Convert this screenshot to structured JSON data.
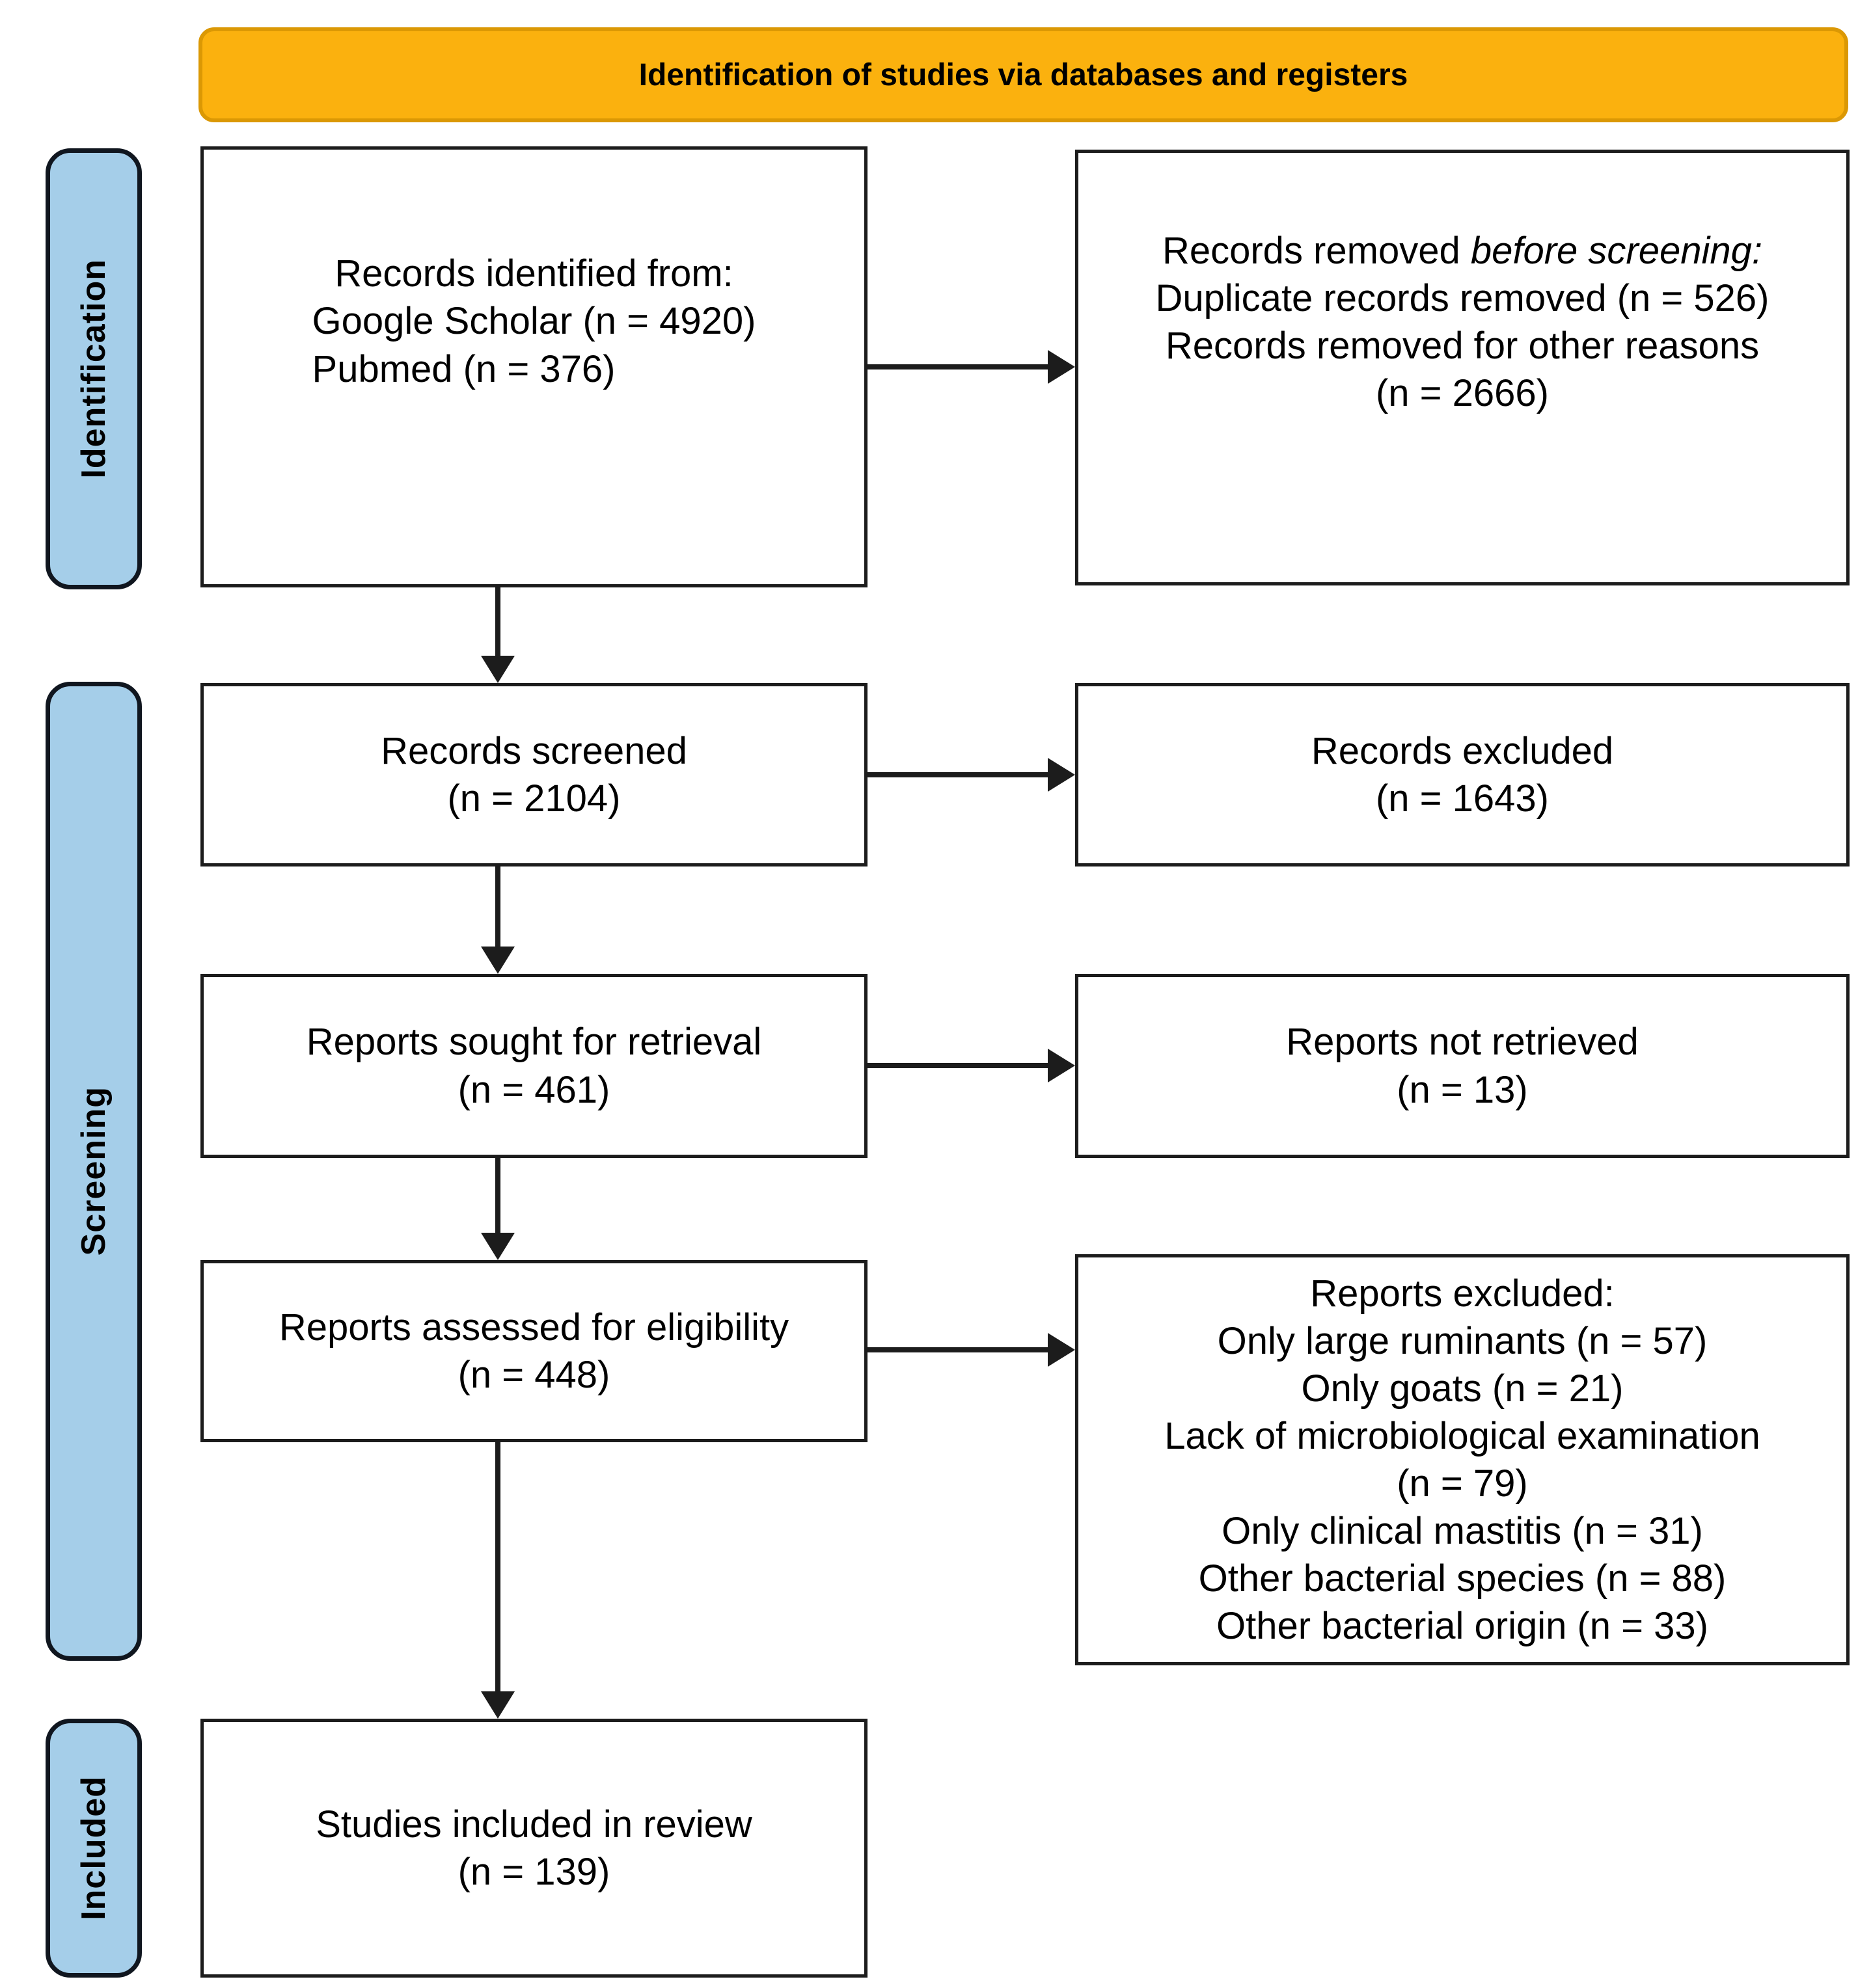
{
  "colors": {
    "banner_bg": "#FBB10E",
    "banner_border": "#DB9804",
    "stage_bg": "#A5CEE9",
    "stage_border": "#10161F",
    "box_border": "#1C1C1C",
    "arrow": "#1C1C1C",
    "page_bg": "#FFFFFF"
  },
  "banner": {
    "title": "Identification of studies via databases and registers"
  },
  "stages": [
    {
      "id": "identification",
      "label": "Identification"
    },
    {
      "id": "screening",
      "label": "Screening"
    },
    {
      "id": "included",
      "label": "Included"
    }
  ],
  "boxes": {
    "identified": {
      "heading": "Records identified from:",
      "items": [
        "Google Scholar (n = 4920)",
        "Pubmed (n = 376)"
      ]
    },
    "removed_before_screening": {
      "intro_normal": "Records removed ",
      "intro_italic": "before screening:",
      "lines": [
        "Duplicate records removed  (n = 526)",
        "Records removed for other reasons",
        "(n = 2666)"
      ]
    },
    "screened": {
      "lines": [
        "Records screened",
        "(n = 2104)"
      ]
    },
    "records_excluded": {
      "lines": [
        "Records excluded",
        "(n = 1643)"
      ]
    },
    "sought": {
      "lines": [
        "Reports sought for retrieval",
        "(n = 461)"
      ]
    },
    "not_retrieved": {
      "lines": [
        "Reports not retrieved",
        "(n = 13)"
      ]
    },
    "assessed": {
      "lines": [
        "Reports assessed for eligibility",
        "(n = 448)"
      ]
    },
    "reports_excluded": {
      "lines": [
        "Reports excluded:",
        "Only large ruminants (n = 57)",
        "Only goats (n = 21)",
        "Lack of microbiological examination",
        "(n = 79)",
        "Only clinical mastitis (n = 31)",
        "Other bacterial species (n = 88)",
        "Other bacterial origin (n = 33)"
      ]
    },
    "included_in_review": {
      "lines": [
        "Studies included in review",
        "(n = 139)"
      ]
    }
  }
}
